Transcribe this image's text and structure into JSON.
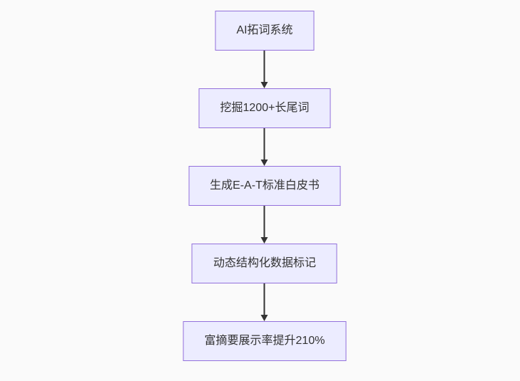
{
  "diagram": {
    "type": "flowchart",
    "direction": "top-down",
    "colors": {
      "background": "#fafafa",
      "node_fill": "#ececff",
      "node_border": "#9370db",
      "node_text": "#333333",
      "arrow": "#333333"
    },
    "nodes": [
      {
        "label": "AI拓词系统"
      },
      {
        "label": "挖掘1200+长尾词"
      },
      {
        "label": "生成E-A-T标准白皮书"
      },
      {
        "label": "动态结构化数据标记"
      },
      {
        "label": "富摘要展示率提升210%"
      }
    ],
    "edges": [
      {
        "from": 0,
        "to": 1
      },
      {
        "from": 1,
        "to": 2
      },
      {
        "from": 2,
        "to": 3
      },
      {
        "from": 3,
        "to": 4
      }
    ]
  }
}
